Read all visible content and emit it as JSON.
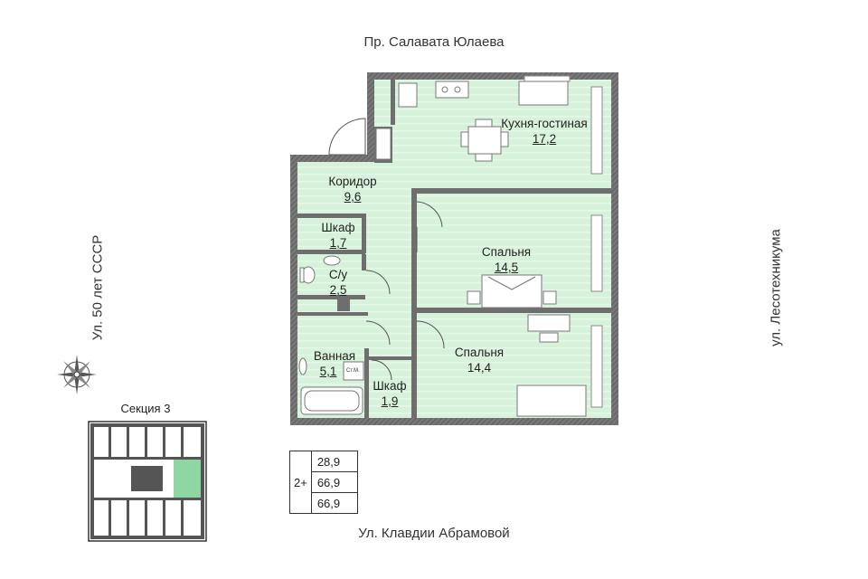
{
  "streets": {
    "top": "Пр. Салавата Юлаева",
    "bottom": "Ул. Клавдии Абрамовой",
    "left": "Ул. 50 лет СССР",
    "right": "ул. Лесотехникума"
  },
  "rooms": [
    {
      "name": "Кухня-гостиная",
      "area": "17,2"
    },
    {
      "name": "Коридор",
      "area": "9,6"
    },
    {
      "name": "Шкаф",
      "area": "1,7"
    },
    {
      "name": "С/у",
      "area": "2,5"
    },
    {
      "name": "Ванная",
      "area": "5,1"
    },
    {
      "name": "Шкаф",
      "area": "1,9"
    },
    {
      "name": "Спальня",
      "area": "14,5"
    },
    {
      "name": "Спальня",
      "area": "14,4"
    }
  ],
  "appliance_label": "Ст.М.",
  "section": {
    "title": "Секция 3"
  },
  "area_table": {
    "rooms": "2+",
    "values": [
      "28,9",
      "66,9",
      "66,9"
    ]
  },
  "colors": {
    "room_fill": "#d8f3dc",
    "wall": "#6e6e6e",
    "wall_dark": "#5a5a5a",
    "accent": "#8ed6a2"
  },
  "icons": [
    "compass-rose-icon",
    "door-swing-icon",
    "window-icon"
  ]
}
